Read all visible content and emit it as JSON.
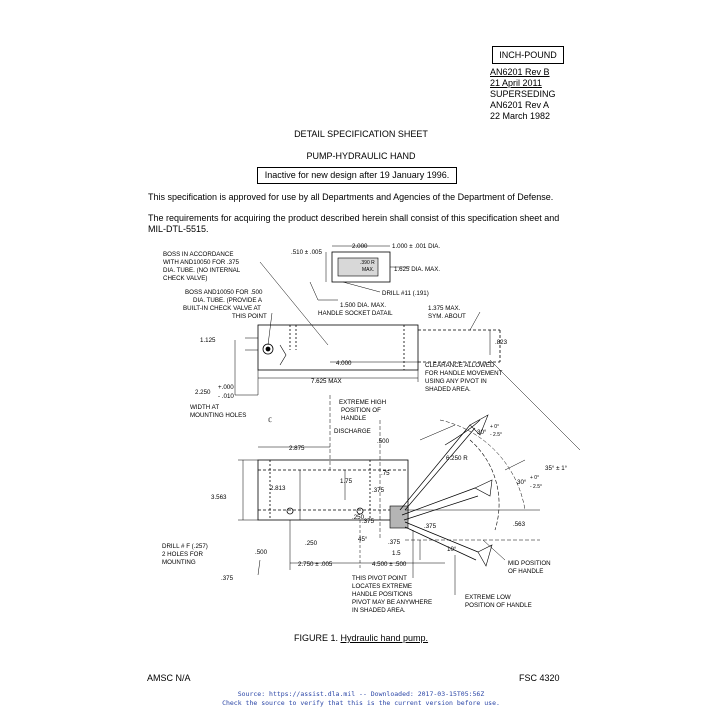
{
  "header": {
    "box_label": "INCH-POUND",
    "lines": [
      "AN6201 Rev B",
      "21 April 2011",
      "SUPERSEDING",
      "AN6201 Rev A",
      "22 March 1982"
    ]
  },
  "doc": {
    "sheet_title": "DETAIL SPECIFICATION SHEET",
    "item_title": "PUMP-HYDRAULIC HAND",
    "inactive_notice": "Inactive for new design after 19 January 1996.",
    "approval_para": "This specification is approved for use by all Departments and Agencies of the Department of Defense.",
    "requirements_para": "The requirements for acquiring the product described herein shall consist of this specification sheet and MIL-DTL-5515."
  },
  "drawing": {
    "notes": {
      "boss_375": [
        "BOSS IN ACCORDANCE",
        "WITH AND10050 FOR .375",
        "DIA. TUBE. (NO INTERNAL",
        "CHECK VALVE)"
      ],
      "boss_500": [
        "BOSS AND10050 FOR .500",
        "DIA. TUBE. (PROVIDE A",
        "BUILT-IN CHECK VALVE AT",
        "THIS POINT"
      ],
      "socket_detail": [
        "1.500 DIA. MAX.",
        "HANDLE SOCKET DATAIL"
      ],
      "sym_about": [
        "1.375 MAX.",
        "SYM. ABOUT"
      ],
      "clearance": [
        "CLEARANCE ALLOWED",
        "FOR HANDLE MOVEMENT",
        "USING ANY PIVOT IN",
        "SHADED AREA."
      ],
      "width_holes": [
        "WIDTH AT",
        "MOUNTING HOLES"
      ],
      "extreme_high": [
        "EXTREME HIGH",
        "POSITION OF",
        "HANDLE"
      ],
      "discharge": "DISCHARGE",
      "drill_f": [
        "DRILL  # F (.257)",
        "2 HOLES FOR",
        "MOUNTING"
      ],
      "pivot": [
        "THIS PIVOT POINT",
        "LOCATES EXTREME",
        "HANDLE POSITIONS",
        "PIVOT MAY BE ANYWHERE",
        "IN SHADED AREA."
      ],
      "mid_position": [
        "MID POSITION",
        "OF HANDLE"
      ],
      "extreme_low": [
        "EXTREME LOW",
        "POSITION OF HANDLE"
      ],
      "drill_11": "DRILL #11 (.191)"
    },
    "dims": {
      "d510": ".510 ± .005",
      "d2000": "2.000",
      "d1000": "1.000 ± .001 DIA.",
      "d1625": "1.625 DIA. MAX.",
      "d390r": ".390 R",
      "dmax": "MAX.",
      "d1125": "1.125",
      "d823": ".823",
      "d4000": "4.000",
      "d7625": "7.625 MAX",
      "d2250": "2.250",
      "d2250p": "+.000",
      "d2250m": "- .010",
      "d2875": "2.875",
      "d500a": ".500",
      "d75": ".75",
      "d175": "1.75",
      "d375a": ".375",
      "d3563": "3.563",
      "d2813": "2.813",
      "d250a": ".250",
      "d250b": ".250",
      "d375b": ".375",
      "d375c": ".375",
      "d45": "45°",
      "d15": "1.5",
      "d2750": "2.750 ± .005",
      "d4500": "4.500 ± .500",
      "d500b": ".500",
      "d375d": ".375",
      "d6250r": "6.250 R",
      "d30a": "30°",
      "d30a_t": "+ 0°",
      "d30a_b": "- 2.5°",
      "d30b": "30°",
      "d30b_t": "+ 0°",
      "d30b_b": "- 2.5°",
      "d35": "35° ± 1°",
      "d563": ".563",
      "d10": "10°"
    }
  },
  "figure": {
    "prefix": "FIGURE 1.",
    "caption": "Hydraulic hand pump."
  },
  "footer": {
    "left": "AMSC N/A",
    "right": "FSC 4320",
    "source_line1": "Source: https://assist.dla.mil -- Downloaded: 2017-03-15T05:56Z",
    "source_line2": "Check the source to verify that this is the current version before use."
  }
}
